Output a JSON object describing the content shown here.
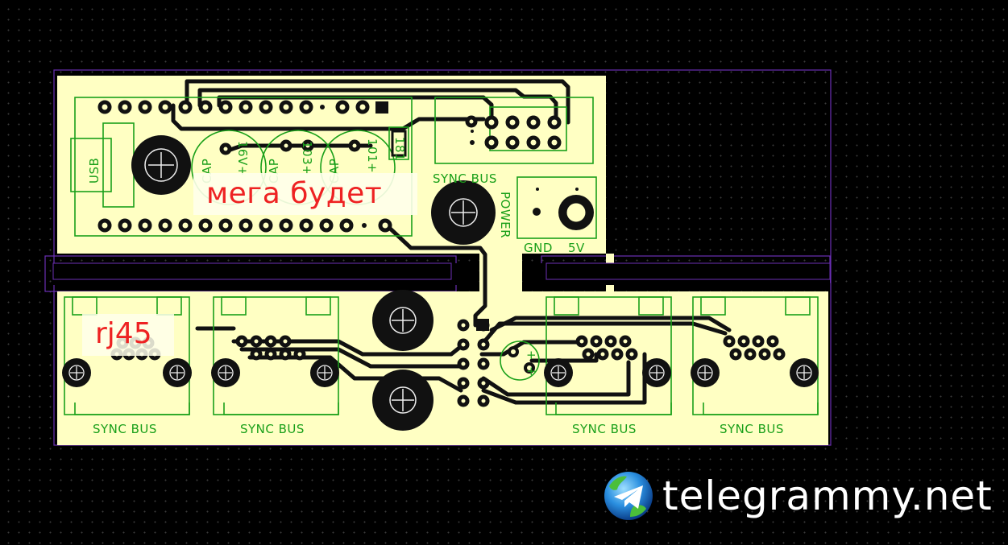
{
  "board": {
    "silkscreen": {
      "usb": "USB",
      "cap": "CAP",
      "cap_value_1": "16V+",
      "cap_value_2": "103+",
      "cap_value_3": "101+",
      "resistor_marking": "181",
      "sync_bus_top": "SYNC BUS",
      "power": "POWER",
      "gnd": "GND",
      "v5": "5V",
      "sync_bus_bottom": "SYNC BUS"
    },
    "colors": {
      "board_fill": "#ffffc3",
      "copper_trace": "#111111",
      "silkscreen": "#1aa01a",
      "outline": "#6b2fb3",
      "annotation": "#e22222"
    }
  },
  "annotations": {
    "mega": "мега будет",
    "rj45": "rj45"
  },
  "watermark": {
    "text": "telegrammy.net",
    "icon": "telegram-globe-icon"
  }
}
